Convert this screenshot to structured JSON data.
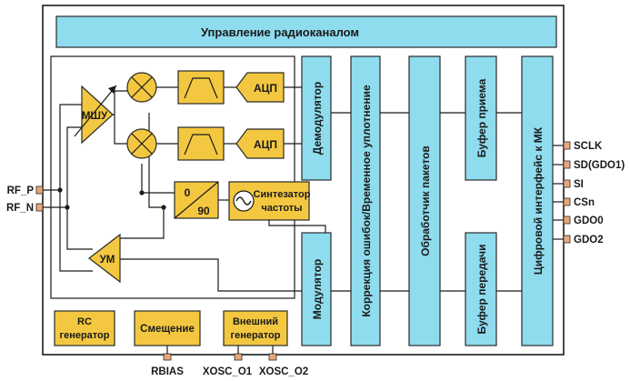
{
  "blocks": {
    "radio_control": "Управление радиоканалом",
    "lna": "МШУ",
    "pa": "УМ",
    "adc_top": "АЦП",
    "adc_bottom": "АЦП",
    "phase": {
      "top": "0",
      "bottom": "90"
    },
    "synth": {
      "line1": "Синтезатор",
      "line2": "частоты"
    },
    "demodulator": "Демодулятор",
    "modulator": "Модулятор",
    "fec": "Коррекция ошибок/Временное уплотнение",
    "packet_handler": "Обработчик пакетов",
    "rx_fifo": "Буфер приема",
    "tx_fifo": "Буфер передачи",
    "mcu_interface": "Цифровой интерфейс к МК",
    "rc_osc": {
      "line1": "RC",
      "line2": "генератор"
    },
    "bias": "Смещение",
    "xosc": {
      "line1": "Внешний",
      "line2": "генератор"
    }
  },
  "pins_left": [
    "RF_P",
    "RF_N"
  ],
  "pins_right": [
    "SCLK",
    "SD(GDO1)",
    "SI",
    "CSn",
    "GDO0",
    "GDO2"
  ],
  "pins_bottom": [
    "RBIAS",
    "XOSC_O1",
    "XOSC_O2"
  ],
  "colors": {
    "block_blue": "#8fdcef",
    "block_yellow": "#f3c840",
    "pad": "#e9a77a"
  }
}
